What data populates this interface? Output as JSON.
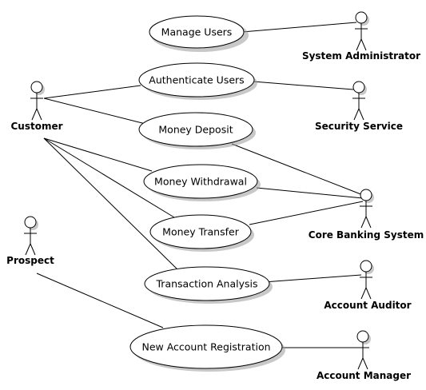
{
  "use_cases": {
    "manage_users": "Manage Users",
    "authenticate_users": "Authenticate Users",
    "money_deposit": "Money Deposit",
    "money_withdrawal": "Money Withdrawal",
    "money_transfer": "Money Transfer",
    "transaction_analysis": "Transaction Analysis",
    "new_account_registration": "New Account Registration"
  },
  "actors": {
    "customer": "Customer",
    "prospect": "Prospect",
    "system_administrator": "System Administrator",
    "security_service": "Security Service",
    "core_banking_system": "Core Banking System",
    "account_auditor": "Account Auditor",
    "account_manager": "Account Manager"
  },
  "associations": [
    [
      "system_administrator",
      "manage_users"
    ],
    [
      "customer",
      "authenticate_users"
    ],
    [
      "security_service",
      "authenticate_users"
    ],
    [
      "customer",
      "money_deposit"
    ],
    [
      "customer",
      "money_withdrawal"
    ],
    [
      "customer",
      "money_transfer"
    ],
    [
      "customer",
      "transaction_analysis"
    ],
    [
      "core_banking_system",
      "money_deposit"
    ],
    [
      "core_banking_system",
      "money_withdrawal"
    ],
    [
      "core_banking_system",
      "money_transfer"
    ],
    [
      "account_auditor",
      "transaction_analysis"
    ],
    [
      "prospect",
      "new_account_registration"
    ],
    [
      "account_manager",
      "new_account_registration"
    ]
  ]
}
